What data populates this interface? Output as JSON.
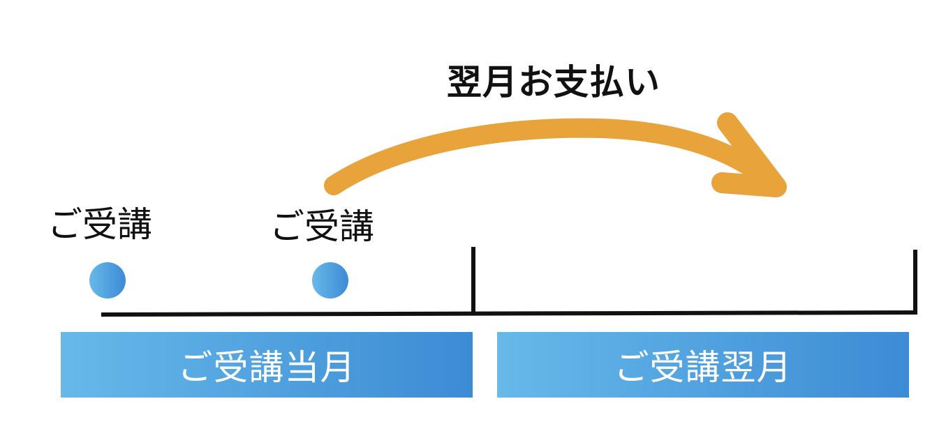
{
  "payment": {
    "label": "翌月お支払い"
  },
  "events": [
    {
      "label": "ご受講"
    },
    {
      "label": "ご受講"
    }
  ],
  "months": {
    "current": "ご受講当月",
    "next": "ご受講翌月"
  },
  "colors": {
    "arrow": "#e8a33a",
    "accent_light": "#66b9e9",
    "accent_dark": "#3c8bd5",
    "line": "#111111",
    "text": "#111111"
  },
  "icons": {
    "arrow": "curved-arrow-icon",
    "event_marker": "circle-dot-icon"
  }
}
